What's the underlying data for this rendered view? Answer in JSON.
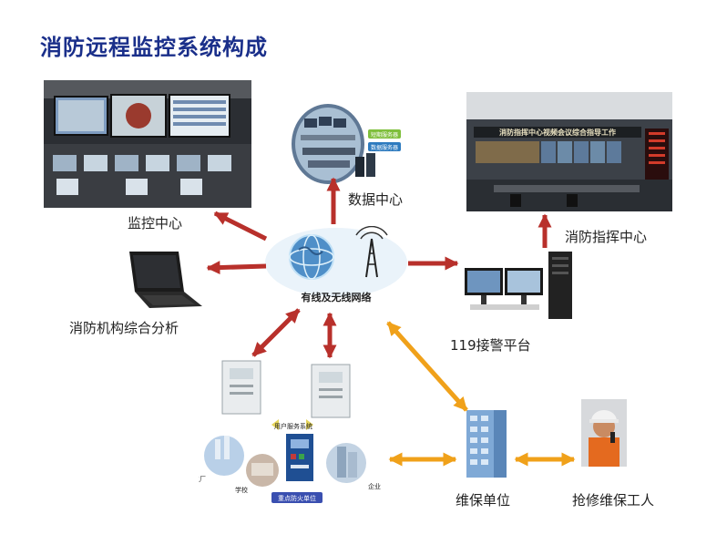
{
  "title": "消防远程监控系统构成",
  "nodes": {
    "monitor_center": "监控中心",
    "data_center": "数据中心",
    "fire_command_center": "消防指挥中心",
    "fire_agency_analysis": "消防机构综合分析",
    "alarm_platform": "119接警平台",
    "network": "有线及无线网络",
    "maintenance_unit": "维保单位",
    "repair_worker": "抢修维保工人"
  },
  "data_center_badges": [
    "短期服务器",
    "数据服务器"
  ],
  "command_banner": "消防指挥中心视频会议综合指导工作",
  "user_service_system": "用户服务系统",
  "site_labels": {
    "factory": "工厂",
    "school": "学校",
    "enterprise": "企业",
    "key_unit": "重点防火单位"
  }
}
